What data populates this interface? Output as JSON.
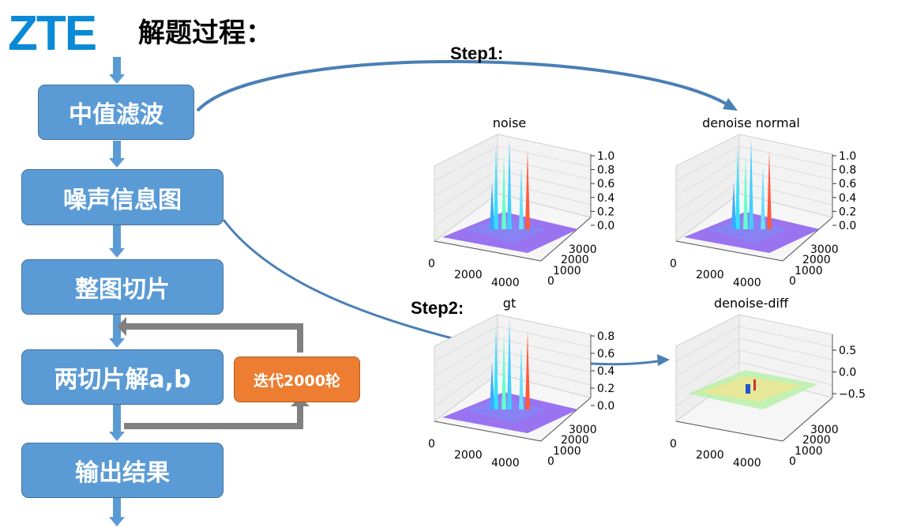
{
  "logo": "ZTE",
  "title": "解题过程：",
  "steps": [
    "中值滤波",
    "噪声信息图",
    "整图切片",
    "两切片解a,b",
    "输出结果"
  ],
  "iteration_label": "迭代2000轮",
  "step_labels": {
    "step1": "Step1:",
    "step2": "Step2:"
  },
  "plots": [
    {
      "title": "noise",
      "z_ticks": [
        "1.0",
        "0.8",
        "0.6",
        "0.4",
        "0.2",
        "0.0"
      ],
      "x_ticks": [
        "0",
        "2000",
        "4000"
      ],
      "y_ticks": [
        "0",
        "1000",
        "2000",
        "3000"
      ]
    },
    {
      "title": "denoise normal",
      "z_ticks": [
        "1.0",
        "0.8",
        "0.6",
        "0.4",
        "0.2",
        "0.0"
      ],
      "x_ticks": [
        "0",
        "2000",
        "4000"
      ],
      "y_ticks": [
        "0",
        "1000",
        "2000",
        "3000"
      ]
    },
    {
      "title": "gt",
      "z_ticks": [
        "0.8",
        "0.6",
        "0.4",
        "0.2",
        "0.0"
      ],
      "x_ticks": [
        "0",
        "2000",
        "4000"
      ],
      "y_ticks": [
        "0",
        "1000",
        "2000",
        "3000"
      ]
    },
    {
      "title": "denoise-diff",
      "z_ticks": [
        "0.5",
        "0.0",
        "−0.5"
      ],
      "x_ticks": [
        "0",
        "2000",
        "4000"
      ],
      "y_ticks": [
        "0",
        "1000",
        "2000",
        "3000"
      ]
    }
  ],
  "colors": {
    "box": "#5b9bd5",
    "iteration_box": "#ed7d31",
    "arrow": "#5b9bd5",
    "loop_arrow": "#808080",
    "logo": "#0a8ad6"
  }
}
